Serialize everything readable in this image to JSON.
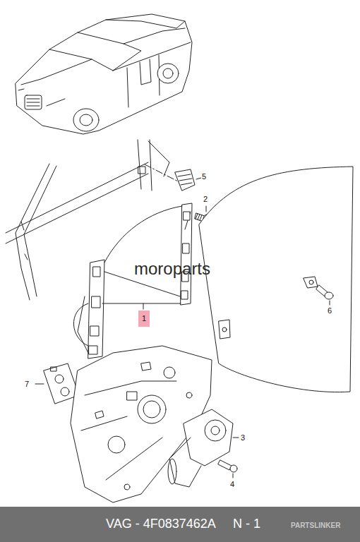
{
  "diagram": {
    "labels": [
      "5",
      "2",
      "1",
      "6",
      "7",
      "3",
      "4",
      "moroparts",
      "VAG - 4F0837462A",
      "N - 1",
      "PARTSLINKER"
    ]
  }
}
